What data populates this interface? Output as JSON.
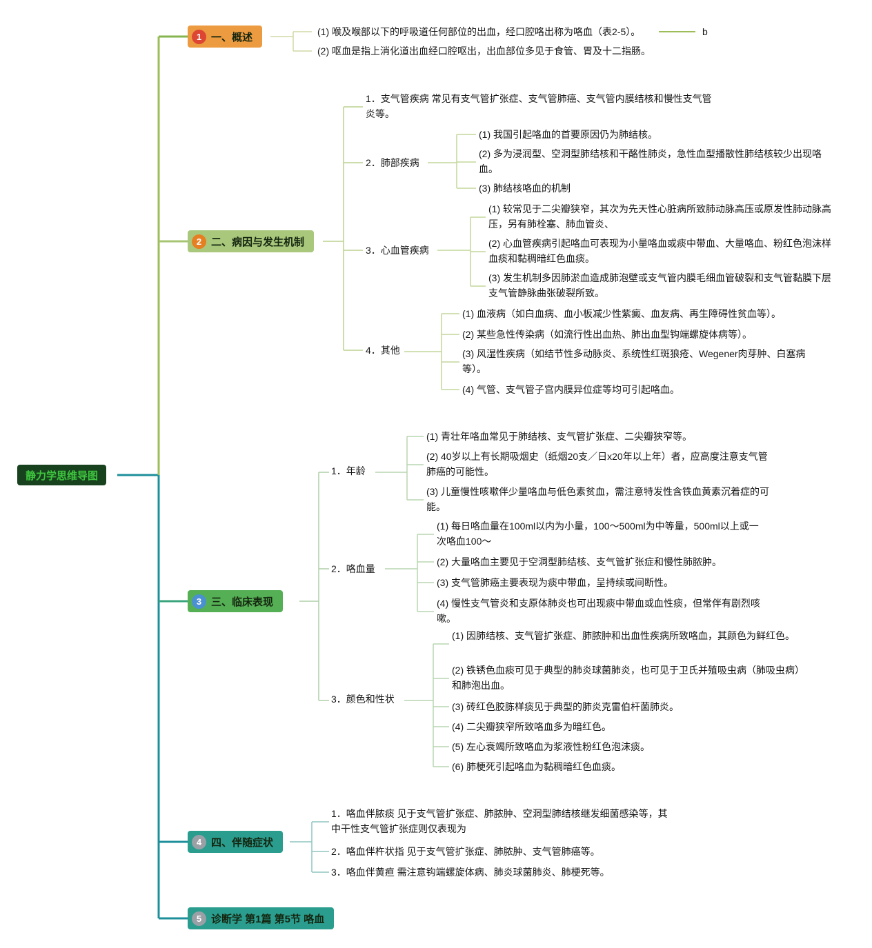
{
  "root": {
    "label": "静力学思维导图"
  },
  "branches": [
    {
      "badge": "1",
      "label": "一、概述",
      "items": [
        "(1) 喉及喉部以下的呼吸道任何部位的出血，经口腔咯出称为咯血（表2-5）。",
        "(2) 呕血是指上消化道出血经口腔呕出，出血部位多见于食管、胃及十二指肠。"
      ],
      "annotation": "b"
    },
    {
      "badge": "2",
      "label": "二、病因与发生机制",
      "children": [
        {
          "text": "1．支气管疾病 常见有支气管扩张症、支气管肺癌、支气管内膜结核和慢性支气管炎等。"
        },
        {
          "label": "2．肺部疾病",
          "items": [
            "(1) 我国引起咯血的首要原因仍为肺结核。",
            "(2) 多为浸润型、空洞型肺结核和干酪性肺炎，急性血型播散性肺结核较少出现咯血。",
            "(3) 肺结核咯血的机制"
          ]
        },
        {
          "label": "3．心血管疾病",
          "items": [
            "(1) 较常见于二尖瓣狭窄，其次为先天性心脏病所致肺动脉高压或原发性肺动脉高压，另有肺栓塞、肺血管炎、",
            "(2) 心血管疾病引起咯血可表现为小量咯血或痰中带血、大量咯血、粉红色泡沫样血痰和黏稠暗红色血痰。",
            "(3) 发生机制多因肺淤血造成肺泡壁或支气管内膜毛细血管破裂和支气管黏膜下层支气管静脉曲张破裂所致。"
          ]
        },
        {
          "label": "4．其他",
          "items": [
            "(1) 血液病（如白血病、血小板减少性紫癜、血友病、再生障碍性贫血等）。",
            "(2) 某些急性传染病（如流行性出血热、肺出血型钩端螺旋体病等）。",
            "(3) 风湿性疾病（如结节性多动脉炎、系统性红斑狼疮、Wegener肉芽肿、白塞病等）。",
            "(4) 气管、支气管子宫内膜异位症等均可引起咯血。"
          ]
        }
      ]
    },
    {
      "badge": "3",
      "label": "三、临床表现",
      "children": [
        {
          "label": "1．年龄",
          "items": [
            "(1) 青壮年咯血常见于肺结核、支气管扩张症、二尖瓣狭窄等。",
            "(2) 40岁以上有长期吸烟史（纸烟20支／日x20年以上年）者，应高度注意支气管肺癌的可能性。",
            "(3) 儿童慢性咳嗽伴少量咯血与低色素贫血，需注意特发性含铁血黄素沉着症的可能。"
          ]
        },
        {
          "label": "2．咯血量",
          "items": [
            "(1) 每日咯血量在100ml以内为小量，100～500ml为中等量，500ml以上或一次咯血100～",
            "(2) 大量咯血主要见于空洞型肺结核、支气管扩张症和慢性肺脓肿。",
            "(3) 支气管肺癌主要表现为痰中带血，呈持续或间断性。",
            "(4) 慢性支气管炎和支原体肺炎也可出现痰中带血或血性痰，但常伴有剧烈咳嗽。"
          ]
        },
        {
          "label": "3．颜色和性状",
          "items": [
            "(1) 因肺结核、支气管扩张症、肺脓肿和出血性疾病所致咯血，其颜色为鲜红色。",
            "(2) 铁锈色血痰可见于典型的肺炎球菌肺炎，也可见于卫氏并殖吸虫病（肺吸虫病）和肺泡出血。",
            "(3) 砖红色胶胨样痰见于典型的肺炎克雷伯杆菌肺炎。",
            "(4) 二尖瓣狭窄所致咯血多为暗红色。",
            "(5) 左心衰竭所致咯血为浆液性粉红色泡沫痰。",
            "(6) 肺梗死引起咯血为黏稠暗红色血痰。"
          ]
        }
      ]
    },
    {
      "badge": "4",
      "label": "四、伴随症状",
      "items": [
        "1．咯血伴脓痰 见于支气管扩张症、肺脓肿、空洞型肺结核继发细菌感染等，其中干性支气管扩张症则仅表现为",
        "2．咯血伴杵状指 见于支气管扩张症、肺脓肿、支气管肺癌等。",
        "3．咯血伴黄疸 需注意钩端螺旋体病、肺炎球菌肺炎、肺梗死等。"
      ]
    },
    {
      "badge": "5",
      "label": "诊断学 第1篇 第5节 咯血"
    }
  ],
  "colors": {
    "overview_node": "#ed9b40",
    "overview_badge": "#dc4632",
    "etiology_node": "#a9c87c",
    "etiology_badge": "#e67e22",
    "clinical_node": "#55b055",
    "clinical_badge": "#4a90d2",
    "accompany_node": "#2a9d8f",
    "footer_node": "#2a9d8f",
    "gray_badge": "#9aa0a6",
    "root_bg": "#17421d",
    "root_text": "#3ec53e",
    "trunk_green": "#9cbd58",
    "trunk_teal": "#1d8f9b"
  }
}
